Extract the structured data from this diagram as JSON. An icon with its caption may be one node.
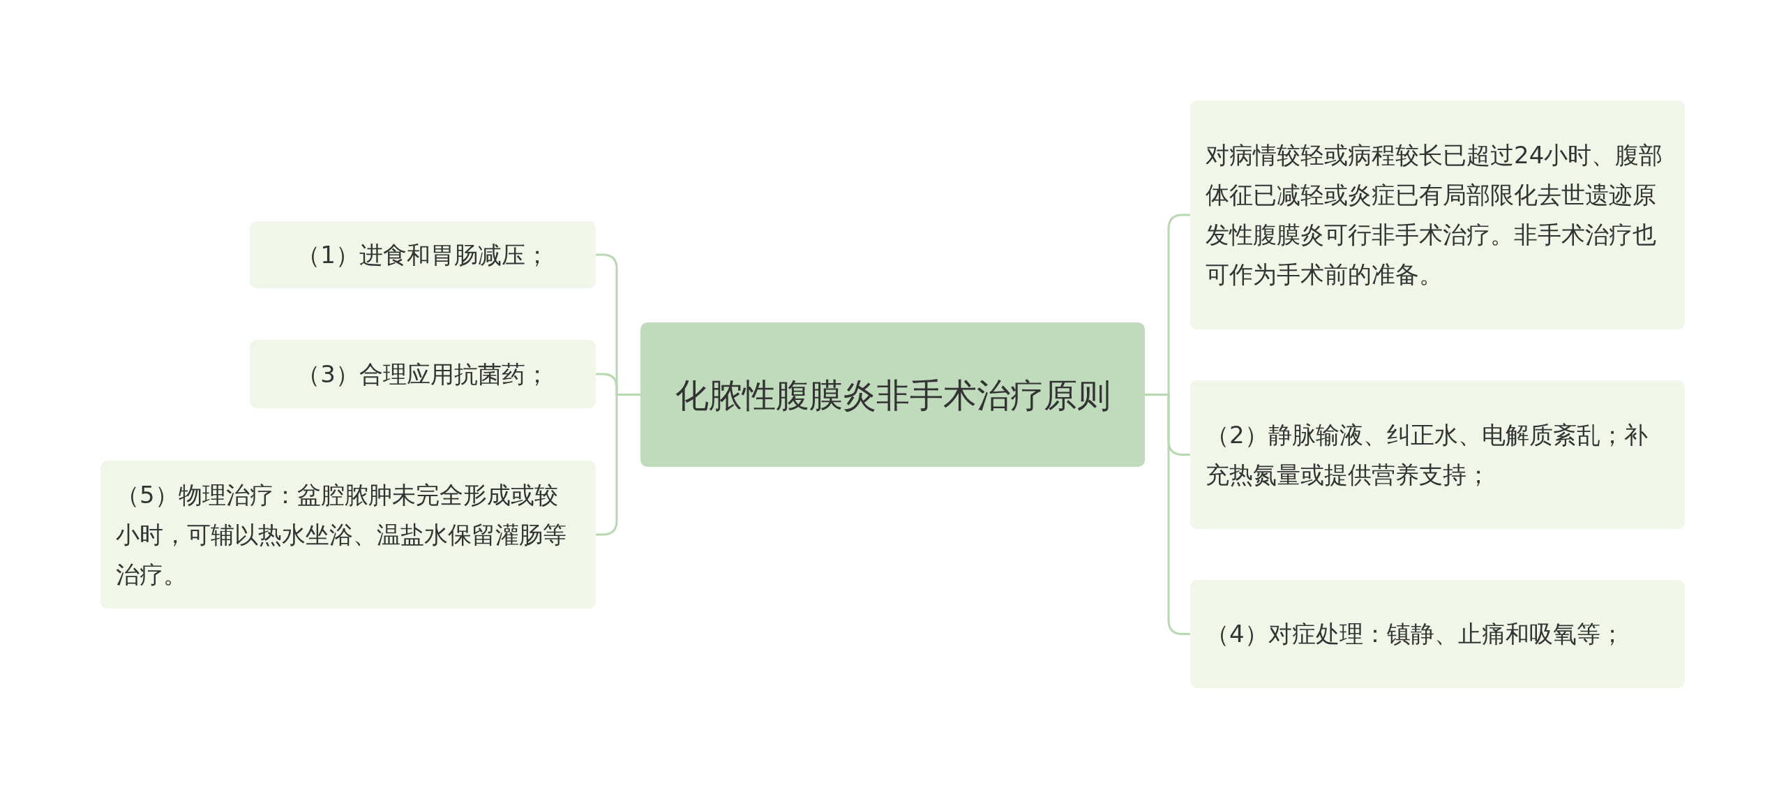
{
  "diagram": {
    "nodes": [
      {
        "text": [
          "化脓性腹膜炎非手术治疗原则"
        ]
      },
      {
        "text": [
          "（1）进食和胃肠减压；"
        ]
      },
      {
        "text": [
          "（3）合理应用抗菌药；"
        ]
      },
      {
        "text": [
          "（5）物理治疗：盆腔脓肿未完全形成或较小时，可辅以热水坐浴、温盐水保留灌肠等治疗。"
        ]
      },
      {
        "text": [
          "对病情较轻或病程较长已超过24小时、腹部体征已减轻或炎症已有局部限化去世遗迹原发性腹膜炎可行非手术治疗。非手术治疗也可作为手术前的准备。"
        ]
      },
      {
        "text": [
          "（2）静脉输液、纠正水、电解质紊乱；补充热氮量或提供营养支持；"
        ]
      },
      {
        "text": [
          "（4）对症处理：镇静、止痛和吸氧等；"
        ]
      }
    ],
    "edges": [
      {
        "from": 0,
        "to": 1,
        "arrow": "none"
      },
      {
        "from": 0,
        "to": 2,
        "arrow": "none"
      },
      {
        "from": 0,
        "to": 3,
        "arrow": "none"
      },
      {
        "from": 0,
        "to": 4,
        "arrow": "none"
      },
      {
        "from": 0,
        "to": 5,
        "arrow": "none"
      },
      {
        "from": 0,
        "to": 6,
        "arrow": "none"
      }
    ]
  }
}
